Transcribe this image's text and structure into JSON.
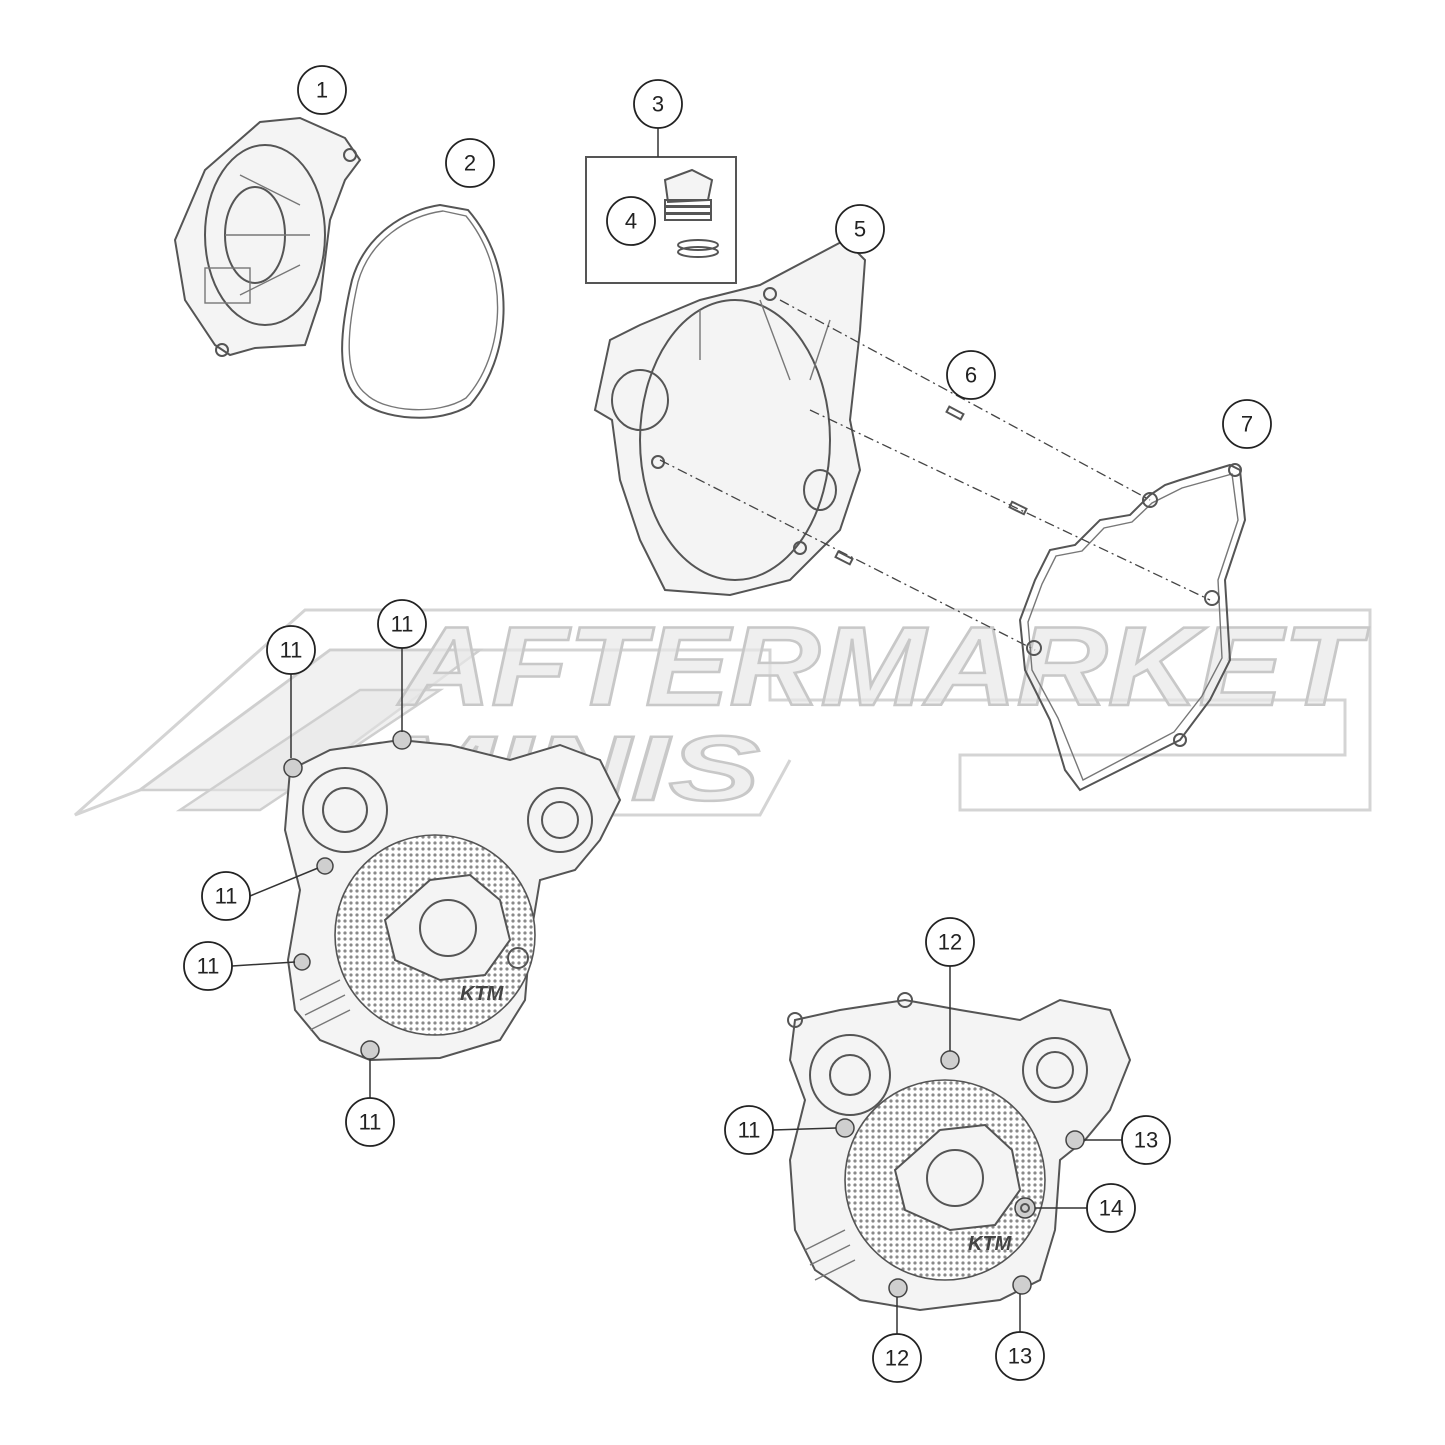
{
  "watermark": {
    "line1": "AFTERMARKET",
    "line2": "MINIS"
  },
  "emblem_text": "KTM",
  "callouts": [
    "1",
    "2",
    "3",
    "4",
    "5",
    "6",
    "7",
    "11",
    "11",
    "11",
    "11",
    "11",
    "12",
    "12",
    "13",
    "13",
    "11",
    "14"
  ]
}
